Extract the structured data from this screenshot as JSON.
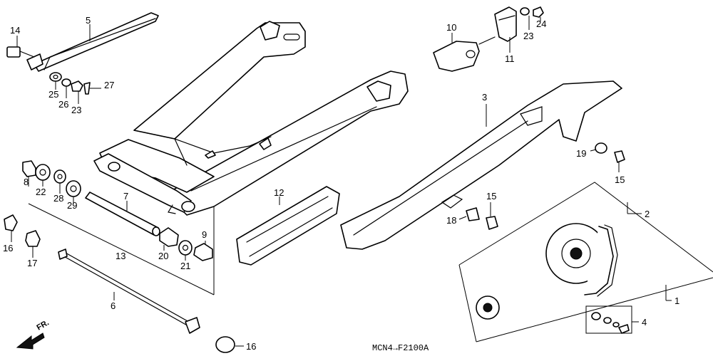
{
  "callouts": {
    "c1": "1",
    "c2": "2",
    "c3": "3",
    "c4": "4",
    "c5": "5",
    "c6": "6",
    "c7": "7",
    "c8": "8",
    "c9": "9",
    "c10": "10",
    "c11": "11",
    "c12": "12",
    "c13": "13",
    "c14": "14",
    "c15a": "15",
    "c15b": "15",
    "c16a": "16",
    "c16b": "16",
    "c17": "17",
    "c18": "18",
    "c19": "19",
    "c20": "20",
    "c21": "21",
    "c22": "22",
    "c23a": "23",
    "c23b": "23",
    "c24": "24",
    "c25": "25",
    "c26": "26",
    "c27": "27",
    "c28": "28",
    "c29": "29"
  },
  "diagram_code": "MCN4→F2100A",
  "direction_label": "FR."
}
